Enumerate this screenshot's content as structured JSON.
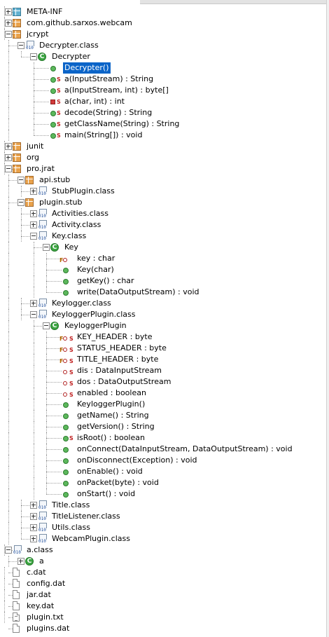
{
  "tree": [
    {
      "label": "META-INF",
      "depth": 0,
      "icon": "meta-package-icon",
      "toggle": "plus",
      "lines": [],
      "last": false
    },
    {
      "label": "com.github.sarxos.webcam",
      "depth": 0,
      "icon": "package-icon",
      "toggle": "plus",
      "lines": [],
      "last": false
    },
    {
      "label": "jcrypt",
      "depth": 0,
      "icon": "package-icon",
      "toggle": "minus",
      "lines": [],
      "last": false
    },
    {
      "label": "Decrypter.class",
      "depth": 1,
      "icon": "class-file-icon",
      "toggle": "minus",
      "lines": [
        0
      ],
      "last": true
    },
    {
      "label": "Decrypter",
      "depth": 2,
      "icon": "class-icon",
      "toggle": "minus",
      "lines": [
        0
      ],
      "last": true
    },
    {
      "label": "Decrypter()",
      "depth": 3,
      "icon": "method-icon",
      "lines": [
        0
      ],
      "last": false,
      "selected": true
    },
    {
      "label": "a(InputStream) : String",
      "depth": 3,
      "icon": "static-method-icon",
      "lines": [
        0
      ],
      "last": false
    },
    {
      "label": "a(InputStream, int) : byte[]",
      "depth": 3,
      "icon": "static-method-icon",
      "lines": [
        0
      ],
      "last": false
    },
    {
      "label": "a(char, int) : int",
      "depth": 3,
      "icon": "private-static-method-icon",
      "lines": [
        0
      ],
      "last": false
    },
    {
      "label": "decode(String) : String",
      "depth": 3,
      "icon": "static-method-icon",
      "lines": [
        0
      ],
      "last": false
    },
    {
      "label": "getClassName(String) : String",
      "depth": 3,
      "icon": "static-method-icon",
      "lines": [
        0
      ],
      "last": false
    },
    {
      "label": "main(String[]) : void",
      "depth": 3,
      "icon": "static-method-icon",
      "lines": [
        0
      ],
      "last": true
    },
    {
      "label": "junit",
      "depth": 0,
      "icon": "package-icon",
      "toggle": "plus",
      "lines": [],
      "last": false
    },
    {
      "label": "org",
      "depth": 0,
      "icon": "package-icon",
      "toggle": "plus",
      "lines": [],
      "last": false
    },
    {
      "label": "pro.jrat",
      "depth": 0,
      "icon": "package-icon",
      "toggle": "minus",
      "lines": [],
      "last": false
    },
    {
      "label": "api.stub",
      "depth": 1,
      "icon": "package-icon",
      "toggle": "minus",
      "lines": [
        0
      ],
      "last": false
    },
    {
      "label": "StubPlugin.class",
      "depth": 2,
      "icon": "class-file-icon",
      "toggle": "plus",
      "lines": [
        0,
        1
      ],
      "last": true
    },
    {
      "label": "plugin.stub",
      "depth": 1,
      "icon": "package-icon",
      "toggle": "minus",
      "lines": [
        0
      ],
      "last": true
    },
    {
      "label": "Activities.class",
      "depth": 2,
      "icon": "class-file-icon",
      "toggle": "plus",
      "lines": [
        0
      ],
      "last": false
    },
    {
      "label": "Activity.class",
      "depth": 2,
      "icon": "class-file-icon",
      "toggle": "plus",
      "lines": [
        0
      ],
      "last": false
    },
    {
      "label": "Key.class",
      "depth": 2,
      "icon": "class-file-icon",
      "toggle": "minus",
      "lines": [
        0
      ],
      "last": false
    },
    {
      "label": "Key",
      "depth": 3,
      "icon": "class-icon",
      "toggle": "minus",
      "lines": [
        0,
        2
      ],
      "last": true
    },
    {
      "label": "key : char",
      "depth": 4,
      "icon": "final-private-field-icon",
      "lines": [
        0,
        2
      ],
      "last": false
    },
    {
      "label": "Key(char)",
      "depth": 4,
      "icon": "method-icon",
      "lines": [
        0,
        2
      ],
      "last": false
    },
    {
      "label": "getKey() : char",
      "depth": 4,
      "icon": "method-icon",
      "lines": [
        0,
        2
      ],
      "last": false
    },
    {
      "label": "write(DataOutputStream) : void",
      "depth": 4,
      "icon": "method-icon",
      "lines": [
        0,
        2
      ],
      "last": true
    },
    {
      "label": "Keylogger.class",
      "depth": 2,
      "icon": "class-file-icon",
      "toggle": "plus",
      "lines": [
        0
      ],
      "last": false
    },
    {
      "label": "KeyloggerPlugin.class",
      "depth": 2,
      "icon": "class-file-icon",
      "toggle": "minus",
      "lines": [
        0
      ],
      "last": false
    },
    {
      "label": "KeyloggerPlugin",
      "depth": 3,
      "icon": "class-icon",
      "toggle": "minus",
      "lines": [
        0,
        2
      ],
      "last": true
    },
    {
      "label": "KEY_HEADER : byte",
      "depth": 4,
      "icon": "final-static-field-icon",
      "lines": [
        0,
        2
      ],
      "last": false
    },
    {
      "label": "STATUS_HEADER : byte",
      "depth": 4,
      "icon": "final-static-field-icon",
      "lines": [
        0,
        2
      ],
      "last": false
    },
    {
      "label": "TITLE_HEADER : byte",
      "depth": 4,
      "icon": "final-static-field-icon",
      "lines": [
        0,
        2
      ],
      "last": false
    },
    {
      "label": "dis : DataInputStream",
      "depth": 4,
      "icon": "static-field-icon",
      "lines": [
        0,
        2
      ],
      "last": false
    },
    {
      "label": "dos : DataOutputStream",
      "depth": 4,
      "icon": "static-field-icon",
      "lines": [
        0,
        2
      ],
      "last": false
    },
    {
      "label": "enabled : boolean",
      "depth": 4,
      "icon": "static-field-icon",
      "lines": [
        0,
        2
      ],
      "last": false
    },
    {
      "label": "KeyloggerPlugin()",
      "depth": 4,
      "icon": "method-icon",
      "lines": [
        0,
        2
      ],
      "last": false
    },
    {
      "label": "getName() : String",
      "depth": 4,
      "icon": "method-icon",
      "lines": [
        0,
        2
      ],
      "last": false
    },
    {
      "label": "getVersion() : String",
      "depth": 4,
      "icon": "method-icon",
      "lines": [
        0,
        2
      ],
      "last": false
    },
    {
      "label": "isRoot() : boolean",
      "depth": 4,
      "icon": "static-method-icon",
      "lines": [
        0,
        2
      ],
      "last": false
    },
    {
      "label": "onConnect(DataInputStream, DataOutputStream) : void",
      "depth": 4,
      "icon": "method-icon",
      "lines": [
        0,
        2
      ],
      "last": false
    },
    {
      "label": "onDisconnect(Exception) : void",
      "depth": 4,
      "icon": "method-icon",
      "lines": [
        0,
        2
      ],
      "last": false
    },
    {
      "label": "onEnable() : void",
      "depth": 4,
      "icon": "method-icon",
      "lines": [
        0,
        2
      ],
      "last": false
    },
    {
      "label": "onPacket(byte) : void",
      "depth": 4,
      "icon": "method-icon",
      "lines": [
        0,
        2
      ],
      "last": false
    },
    {
      "label": "onStart() : void",
      "depth": 4,
      "icon": "method-icon",
      "lines": [
        0,
        2
      ],
      "last": true
    },
    {
      "label": "Title.class",
      "depth": 2,
      "icon": "class-file-icon",
      "toggle": "plus",
      "lines": [
        0
      ],
      "last": false
    },
    {
      "label": "TitleListener.class",
      "depth": 2,
      "icon": "class-file-icon",
      "toggle": "plus",
      "lines": [
        0
      ],
      "last": false
    },
    {
      "label": "Utils.class",
      "depth": 2,
      "icon": "class-file-icon",
      "toggle": "plus",
      "lines": [
        0
      ],
      "last": false
    },
    {
      "label": "WebcamPlugin.class",
      "depth": 2,
      "icon": "class-file-icon",
      "toggle": "plus",
      "lines": [
        0
      ],
      "last": true
    },
    {
      "label": "a.class",
      "depth": 0,
      "icon": "class-file-icon",
      "toggle": "minus",
      "lines": [],
      "last": false
    },
    {
      "label": "a",
      "depth": 1,
      "icon": "class-icon",
      "toggle": "plus",
      "lines": [
        0
      ],
      "last": true
    },
    {
      "label": "c.dat",
      "depth": 0,
      "icon": "file-icon",
      "lines": [],
      "last": false
    },
    {
      "label": "config.dat",
      "depth": 0,
      "icon": "file-icon",
      "lines": [],
      "last": false
    },
    {
      "label": "jar.dat",
      "depth": 0,
      "icon": "file-icon",
      "lines": [],
      "last": false
    },
    {
      "label": "key.dat",
      "depth": 0,
      "icon": "file-icon",
      "lines": [],
      "last": false
    },
    {
      "label": "plugin.txt",
      "depth": 0,
      "icon": "text-file-icon",
      "lines": [],
      "last": false
    },
    {
      "label": "plugins.dat",
      "depth": 0,
      "icon": "file-icon",
      "lines": [],
      "last": true
    }
  ],
  "icon_text": {
    "class_glyph": "C",
    "bin_text": "010",
    "static_mark": "S",
    "final_mark": "F"
  }
}
